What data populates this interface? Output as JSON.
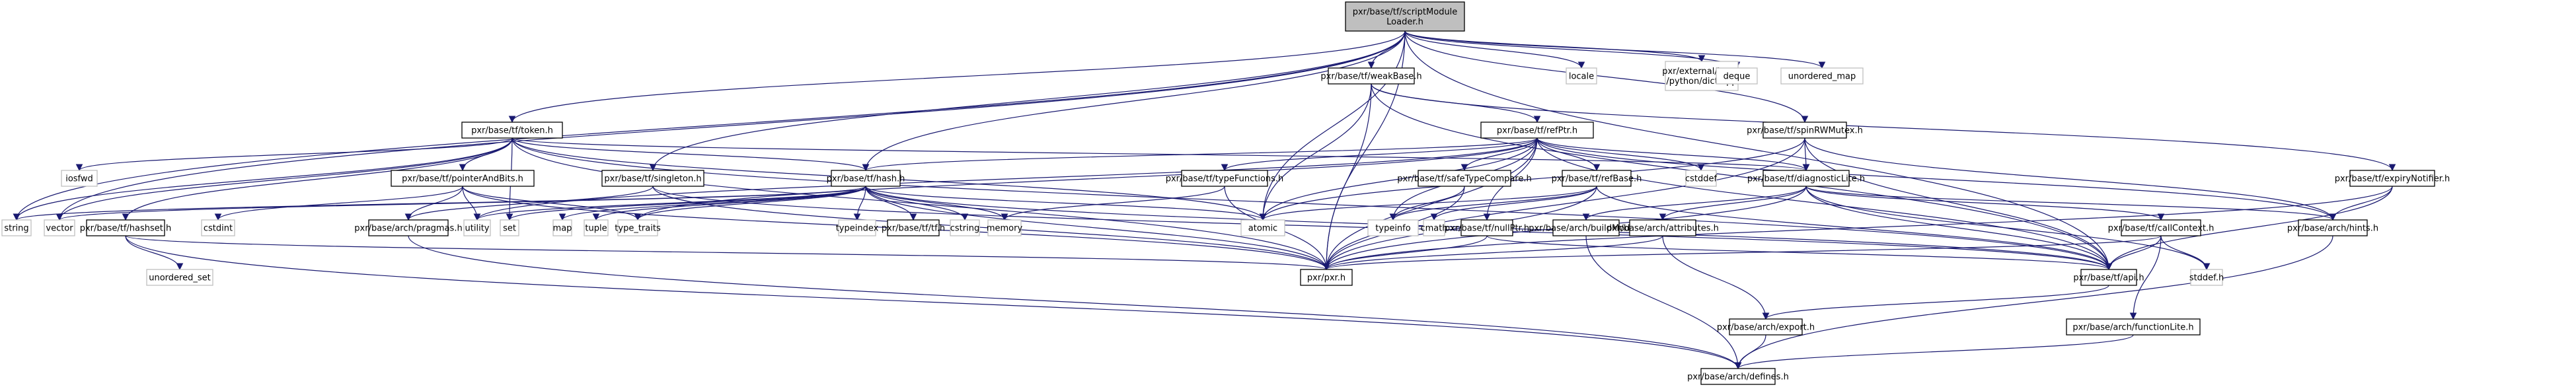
{
  "diagram": {
    "title": "Include dependency graph for pxr/base/tf/scriptModuleLoader.h",
    "colors": {
      "edge": "#191970",
      "root_fill": "#bfbfbf",
      "node_border": "#000000",
      "external_border": "#bfbfbf"
    },
    "nodes": [
      {
        "id": "root",
        "label": [
          "pxr/base/tf/scriptModule",
          "Loader.h"
        ],
        "kind": "root"
      },
      {
        "id": "weakBase",
        "label": [
          "pxr/base/tf/weakBase.h"
        ],
        "kind": "local"
      },
      {
        "id": "locale",
        "label": [
          "locale"
        ],
        "kind": "external"
      },
      {
        "id": "boostdict",
        "label": [
          "pxr/external/boost",
          "/python/dict.hpp"
        ],
        "kind": "external"
      },
      {
        "id": "deque",
        "label": [
          "deque"
        ],
        "kind": "external"
      },
      {
        "id": "unordered_map",
        "label": [
          "unordered_map"
        ],
        "kind": "external"
      },
      {
        "id": "token",
        "label": [
          "pxr/base/tf/token.h"
        ],
        "kind": "local"
      },
      {
        "id": "refPtr",
        "label": [
          "pxr/base/tf/refPtr.h"
        ],
        "kind": "local"
      },
      {
        "id": "spinRWMutex",
        "label": [
          "pxr/base/tf/spinRWMutex.h"
        ],
        "kind": "local"
      },
      {
        "id": "iosfwd",
        "label": [
          "iosfwd"
        ],
        "kind": "external"
      },
      {
        "id": "pointerAndBits",
        "label": [
          "pxr/base/tf/pointerAndBits.h"
        ],
        "kind": "local"
      },
      {
        "id": "singleton",
        "label": [
          "pxr/base/tf/singleton.h"
        ],
        "kind": "local"
      },
      {
        "id": "hash",
        "label": [
          "pxr/base/tf/hash.h"
        ],
        "kind": "local"
      },
      {
        "id": "typeFunctions",
        "label": [
          "pxr/base/tf/typeFunctions.h"
        ],
        "kind": "local"
      },
      {
        "id": "safeTypeCompare",
        "label": [
          "pxr/base/tf/safeTypeCompare.h"
        ],
        "kind": "local"
      },
      {
        "id": "refBase",
        "label": [
          "pxr/base/tf/refBase.h"
        ],
        "kind": "local"
      },
      {
        "id": "cstddef",
        "label": [
          "cstddef"
        ],
        "kind": "external"
      },
      {
        "id": "diagnosticLite",
        "label": [
          "pxr/base/tf/diagnosticLite.h"
        ],
        "kind": "local"
      },
      {
        "id": "expiryNotifier",
        "label": [
          "pxr/base/tf/expiryNotifier.h"
        ],
        "kind": "local"
      },
      {
        "id": "string",
        "label": [
          "string"
        ],
        "kind": "external"
      },
      {
        "id": "vector",
        "label": [
          "vector"
        ],
        "kind": "external"
      },
      {
        "id": "hashset",
        "label": [
          "pxr/base/tf/hashset.h"
        ],
        "kind": "local"
      },
      {
        "id": "cstdint",
        "label": [
          "cstdint"
        ],
        "kind": "external"
      },
      {
        "id": "pragmas",
        "label": [
          "pxr/base/arch/pragmas.h"
        ],
        "kind": "local"
      },
      {
        "id": "utility",
        "label": [
          "utility"
        ],
        "kind": "external"
      },
      {
        "id": "set",
        "label": [
          "set"
        ],
        "kind": "external"
      },
      {
        "id": "map",
        "label": [
          "map"
        ],
        "kind": "external"
      },
      {
        "id": "tuple",
        "label": [
          "tuple"
        ],
        "kind": "external"
      },
      {
        "id": "type_traits",
        "label": [
          "type_traits"
        ],
        "kind": "external"
      },
      {
        "id": "typeindex",
        "label": [
          "typeindex"
        ],
        "kind": "external"
      },
      {
        "id": "tf",
        "label": [
          "pxr/base/tf/tf.h"
        ],
        "kind": "local"
      },
      {
        "id": "cstring",
        "label": [
          "cstring"
        ],
        "kind": "external"
      },
      {
        "id": "memory",
        "label": [
          "memory"
        ],
        "kind": "external"
      },
      {
        "id": "atomic",
        "label": [
          "atomic"
        ],
        "kind": "external"
      },
      {
        "id": "typeinfo",
        "label": [
          "typeinfo"
        ],
        "kind": "external"
      },
      {
        "id": "cmath",
        "label": [
          "cmath"
        ],
        "kind": "external"
      },
      {
        "id": "nullPtr",
        "label": [
          "pxr/base/tf/nullPtr.h"
        ],
        "kind": "local"
      },
      {
        "id": "buildMode",
        "label": [
          "pxr/base/arch/buildMode.h"
        ],
        "kind": "local"
      },
      {
        "id": "attributes",
        "label": [
          "pxr/base/arch/attributes.h"
        ],
        "kind": "local"
      },
      {
        "id": "callContext",
        "label": [
          "pxr/base/tf/callContext.h"
        ],
        "kind": "local"
      },
      {
        "id": "hints",
        "label": [
          "pxr/base/arch/hints.h"
        ],
        "kind": "local"
      },
      {
        "id": "unordered_set",
        "label": [
          "unordered_set"
        ],
        "kind": "external"
      },
      {
        "id": "pxr",
        "label": [
          "pxr/pxr.h"
        ],
        "kind": "local"
      },
      {
        "id": "api",
        "label": [
          "pxr/base/tf/api.h"
        ],
        "kind": "local"
      },
      {
        "id": "stddef",
        "label": [
          "stddef.h"
        ],
        "kind": "external"
      },
      {
        "id": "export",
        "label": [
          "pxr/base/arch/export.h"
        ],
        "kind": "local"
      },
      {
        "id": "functionLite",
        "label": [
          "pxr/base/arch/functionLite.h"
        ],
        "kind": "local"
      },
      {
        "id": "defines",
        "label": [
          "pxr/base/arch/defines.h"
        ],
        "kind": "local"
      }
    ],
    "edges": [
      [
        "root",
        "weakBase"
      ],
      [
        "root",
        "locale"
      ],
      [
        "root",
        "boostdict"
      ],
      [
        "root",
        "deque"
      ],
      [
        "root",
        "unordered_map"
      ],
      [
        "root",
        "token"
      ],
      [
        "root",
        "spinRWMutex"
      ],
      [
        "root",
        "singleton"
      ],
      [
        "root",
        "hash"
      ],
      [
        "root",
        "string"
      ],
      [
        "root",
        "vector"
      ],
      [
        "root",
        "pxr"
      ],
      [
        "root",
        "api"
      ],
      [
        "root",
        "atomic"
      ],
      [
        "weakBase",
        "refPtr"
      ],
      [
        "weakBase",
        "atomic"
      ],
      [
        "weakBase",
        "pxr"
      ],
      [
        "weakBase",
        "expiryNotifier"
      ],
      [
        "weakBase",
        "api"
      ],
      [
        "token",
        "iosfwd"
      ],
      [
        "token",
        "pointerAndBits"
      ],
      [
        "token",
        "hash"
      ],
      [
        "token",
        "string"
      ],
      [
        "token",
        "vector"
      ],
      [
        "token",
        "hashset"
      ],
      [
        "token",
        "set"
      ],
      [
        "token",
        "pxr"
      ],
      [
        "token",
        "api"
      ],
      [
        "token",
        "diagnosticLite"
      ],
      [
        "token",
        "atomic"
      ],
      [
        "refPtr",
        "typeFunctions"
      ],
      [
        "refPtr",
        "safeTypeCompare"
      ],
      [
        "refPtr",
        "refBase"
      ],
      [
        "refPtr",
        "cstddef"
      ],
      [
        "refPtr",
        "diagnosticLite"
      ],
      [
        "refPtr",
        "nullPtr"
      ],
      [
        "refPtr",
        "atomic"
      ],
      [
        "refPtr",
        "typeinfo"
      ],
      [
        "refPtr",
        "type_traits"
      ],
      [
        "refPtr",
        "pxr"
      ],
      [
        "refPtr",
        "api"
      ],
      [
        "refPtr",
        "hash"
      ],
      [
        "refPtr",
        "hints"
      ],
      [
        "refPtr",
        "utility"
      ],
      [
        "spinRWMutex",
        "diagnosticLite"
      ],
      [
        "spinRWMutex",
        "hints"
      ],
      [
        "spinRWMutex",
        "atomic"
      ],
      [
        "spinRWMutex",
        "pxr"
      ],
      [
        "spinRWMutex",
        "api"
      ],
      [
        "pointerAndBits",
        "pragmas"
      ],
      [
        "pointerAndBits",
        "cstdint"
      ],
      [
        "pointerAndBits",
        "utility"
      ],
      [
        "pointerAndBits",
        "type_traits"
      ],
      [
        "pointerAndBits",
        "pxr"
      ],
      [
        "singleton",
        "pxr"
      ],
      [
        "singleton",
        "api"
      ],
      [
        "singleton",
        "pragmas"
      ],
      [
        "hash",
        "map"
      ],
      [
        "hash",
        "tuple"
      ],
      [
        "hash",
        "type_traits"
      ],
      [
        "hash",
        "typeindex"
      ],
      [
        "hash",
        "tf"
      ],
      [
        "hash",
        "cstring"
      ],
      [
        "hash",
        "memory"
      ],
      [
        "hash",
        "utility"
      ],
      [
        "hash",
        "set"
      ],
      [
        "hash",
        "string"
      ],
      [
        "hash",
        "vector"
      ],
      [
        "hash",
        "pxr"
      ],
      [
        "hash",
        "api"
      ],
      [
        "hash",
        "atomic"
      ],
      [
        "typeFunctions",
        "memory"
      ],
      [
        "typeFunctions",
        "pxr"
      ],
      [
        "safeTypeCompare",
        "typeinfo"
      ],
      [
        "safeTypeCompare",
        "pxr"
      ],
      [
        "refBase",
        "cmath"
      ],
      [
        "refBase",
        "pxr"
      ],
      [
        "refBase",
        "api"
      ],
      [
        "refBase",
        "atomic"
      ],
      [
        "refBase",
        "typeinfo"
      ],
      [
        "diagnosticLite",
        "buildMode"
      ],
      [
        "diagnosticLite",
        "attributes"
      ],
      [
        "diagnosticLite",
        "callContext"
      ],
      [
        "diagnosticLite",
        "hints"
      ],
      [
        "diagnosticLite",
        "api"
      ],
      [
        "diagnosticLite",
        "pxr"
      ],
      [
        "diagnosticLite",
        "stddef"
      ],
      [
        "expiryNotifier",
        "hints"
      ],
      [
        "expiryNotifier",
        "api"
      ],
      [
        "expiryNotifier",
        "pxr"
      ],
      [
        "hashset",
        "unordered_set"
      ],
      [
        "hashset",
        "pxr"
      ],
      [
        "hashset",
        "defines"
      ],
      [
        "pragmas",
        "defines"
      ],
      [
        "nullPtr",
        "pxr"
      ],
      [
        "nullPtr",
        "api"
      ],
      [
        "buildMode",
        "defines"
      ],
      [
        "attributes",
        "export"
      ],
      [
        "attributes",
        "pxr"
      ],
      [
        "callContext",
        "api"
      ],
      [
        "callContext",
        "functionLite"
      ],
      [
        "callContext",
        "stddef"
      ],
      [
        "callContext",
        "pxr"
      ],
      [
        "hints",
        "defines"
      ],
      [
        "api",
        "export"
      ],
      [
        "export",
        "defines"
      ],
      [
        "functionLite",
        "defines"
      ]
    ]
  }
}
